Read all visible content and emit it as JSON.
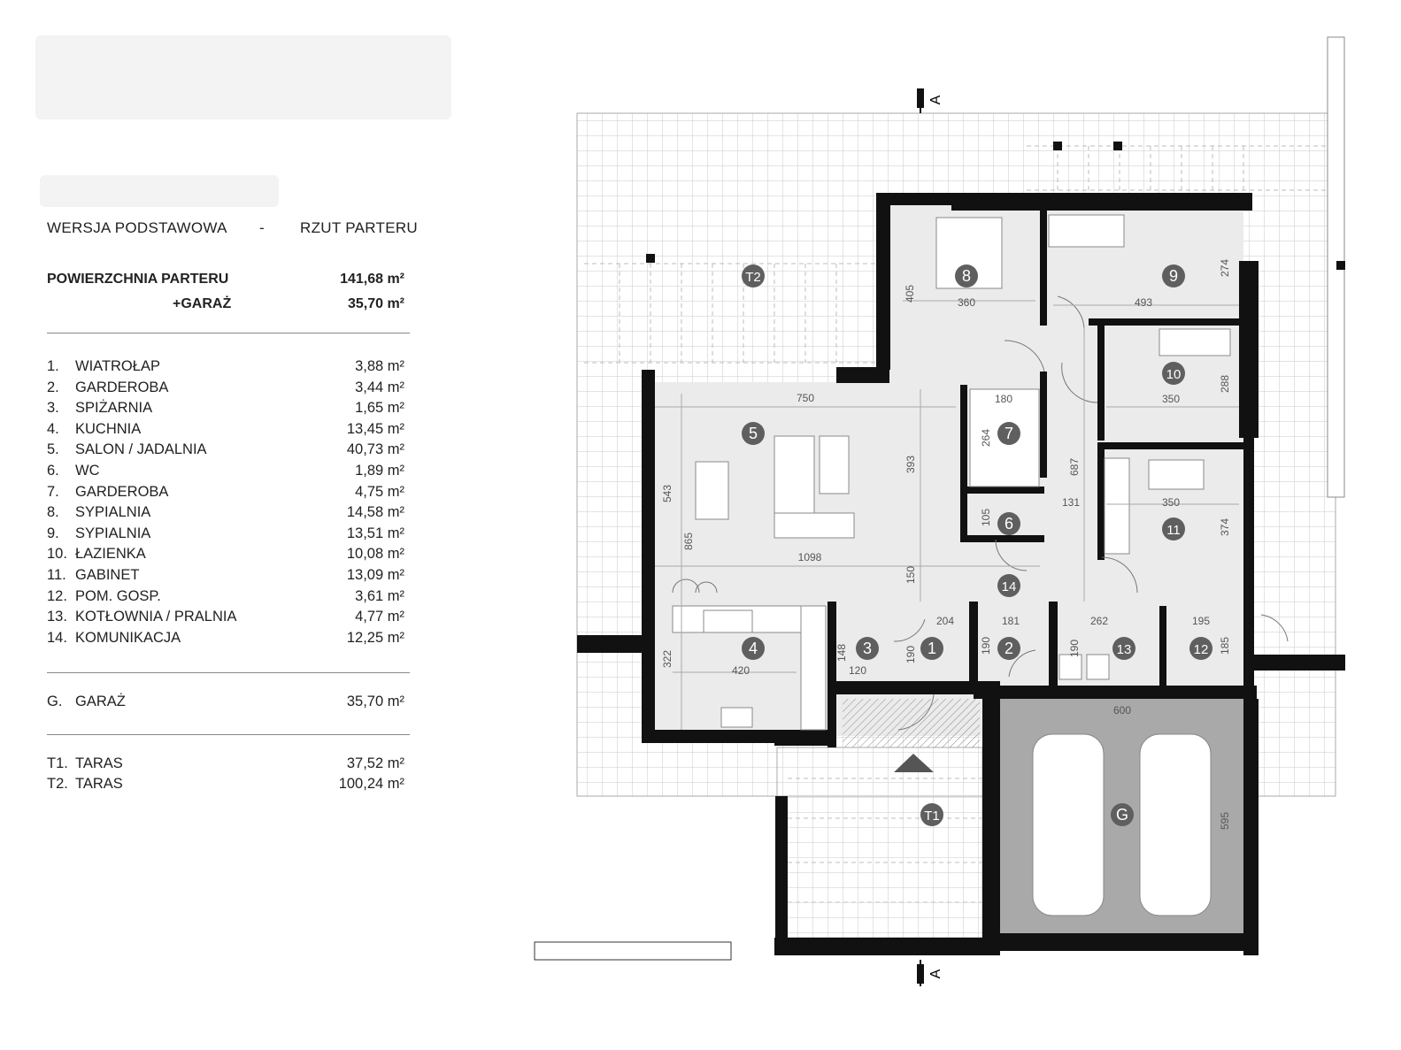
{
  "header": {
    "version": "WERSJA  PODSTAWOWA",
    "separator": "-",
    "view": "RZUT PARTERU"
  },
  "summary": {
    "ground_floor_label": "POWIERZCHNIA PARTERU",
    "ground_floor_area": "141,68 m²",
    "garage_label": "+GARAŻ",
    "garage_area": "35,70 m²"
  },
  "rooms": [
    {
      "num": "1.",
      "name": "WIATROŁAP",
      "area": "3,88 m²"
    },
    {
      "num": "2.",
      "name": "GARDEROBA",
      "area": "3,44 m²"
    },
    {
      "num": "3.",
      "name": "SPIŻARNIA",
      "area": "1,65 m²"
    },
    {
      "num": "4.",
      "name": "KUCHNIA",
      "area": "13,45 m²"
    },
    {
      "num": "5.",
      "name": "SALON / JADALNIA",
      "area": "40,73 m²"
    },
    {
      "num": "6.",
      "name": "WC",
      "area": "1,89 m²"
    },
    {
      "num": "7.",
      "name": "GARDEROBA",
      "area": "4,75 m²"
    },
    {
      "num": "8.",
      "name": "SYPIALNIA",
      "area": "14,58 m²"
    },
    {
      "num": "9.",
      "name": "SYPIALNIA",
      "area": "13,51 m²"
    },
    {
      "num": "10.",
      "name": "ŁAZIENKA",
      "area": "10,08 m²"
    },
    {
      "num": "11.",
      "name": "GABINET",
      "area": "13,09 m²"
    },
    {
      "num": "12.",
      "name": "POM. GOSP.",
      "area": "3,61 m²"
    },
    {
      "num": "13.",
      "name": "KOTŁOWNIA / PRALNIA",
      "area": "4,77 m²"
    },
    {
      "num": "14.",
      "name": "KOMUNIKACJA",
      "area": "12,25 m²"
    }
  ],
  "garage": {
    "num": "G.",
    "name": "GARAŻ",
    "area": "35,70 m²"
  },
  "terraces": [
    {
      "num": "T1.",
      "name": "TARAS",
      "area": "37,52 m²"
    },
    {
      "num": "T2.",
      "name": "TARAS",
      "area": "100,24 m²"
    }
  ],
  "plan": {
    "section_marker": "A",
    "room_tags": [
      "1",
      "2",
      "3",
      "4",
      "5",
      "6",
      "7",
      "8",
      "9",
      "10",
      "11",
      "12",
      "13",
      "14",
      "G",
      "T1",
      "T2"
    ],
    "dimensions": [
      "750",
      "393",
      "1098",
      "543",
      "865",
      "150",
      "420",
      "322",
      "360",
      "405",
      "493",
      "274",
      "350",
      "288",
      "180",
      "264",
      "687",
      "131",
      "105",
      "350",
      "374",
      "204",
      "190",
      "181",
      "190",
      "148",
      "120",
      "262",
      "190",
      "195",
      "185",
      "600",
      "595"
    ],
    "colors": {
      "wall": "#111111",
      "room_fill": "#ebebeb",
      "garage_fill": "#a9a9a9",
      "terrace_grid": "#c9c9c9",
      "tag_fill": "#5f5f5f"
    }
  }
}
